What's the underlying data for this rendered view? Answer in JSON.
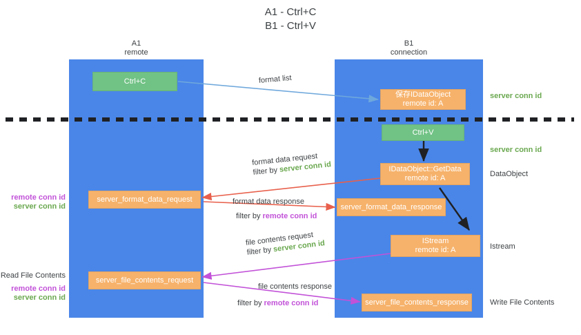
{
  "title": {
    "line1": "A1 - Ctrl+C",
    "line2": "B1 - Ctrl+V"
  },
  "lanes": [
    {
      "id": "a1",
      "name": "A1",
      "role": "remote"
    },
    {
      "id": "b1",
      "name": "B1",
      "role": "connection"
    }
  ],
  "nodes": {
    "ctrl_c": {
      "line1": "Ctrl+C",
      "line2": ""
    },
    "ctrl_v": {
      "line1": "Ctrl+V",
      "line2": ""
    },
    "save_idataobject": {
      "line1": "保存IDataObject",
      "line2": "remote id: A"
    },
    "idataobject_getdata": {
      "line1": "IDataObject::GetData",
      "line2": "remote id: A"
    },
    "istream": {
      "line1": "IStream",
      "line2": "remote id: A"
    },
    "format_data_request": {
      "line1": "server_format_data_request",
      "line2": ""
    },
    "format_data_response": {
      "line1": "server_format_data_response",
      "line2": ""
    },
    "file_contents_request": {
      "line1": "server_file_contents_request",
      "line2": ""
    },
    "file_contents_response": {
      "line1": "server_file_contents_response",
      "line2": ""
    }
  },
  "edges": {
    "format_list": {
      "label": "format list"
    },
    "format_data_request": {
      "label": "format data request",
      "filter_prefix": "filter by ",
      "filter_key": "server conn id"
    },
    "format_data_response": {
      "label": "format data response",
      "filter_prefix": "filter by ",
      "filter_key": "remote conn id"
    },
    "file_contents_request": {
      "label": "file contents request",
      "filter_prefix": "filter by ",
      "filter_key": "server conn id"
    },
    "file_contents_response": {
      "label": "file contents response",
      "filter_prefix": "filter by ",
      "filter_key": "remote conn id"
    }
  },
  "annotations": {
    "right_server_conn_id_top": "server conn id",
    "right_server_conn_id_second": "server conn id",
    "right_dataobject": "DataObject",
    "right_istream": "Istream",
    "right_write_file_contents": "Write File Contents",
    "left_remote_conn_id_1": "remote conn id",
    "left_server_conn_id_1": "server conn id",
    "left_read_file_contents": "Read File Contents",
    "left_remote_conn_id_2": "remote conn id",
    "left_server_conn_id_2": "server conn id"
  },
  "colors": {
    "lane": "#4a86e8",
    "node_orange": "#f6b26b",
    "node_green": "#71c285",
    "server_conn_id": "#6aa84f",
    "remote_conn_id": "#c252d8",
    "divider": "#202124",
    "arrow_format_list": "#6fa8dc",
    "arrow_format_data": "#e8604c",
    "arrow_file_contents": "#c252d8",
    "arrow_internal": "#202124"
  }
}
